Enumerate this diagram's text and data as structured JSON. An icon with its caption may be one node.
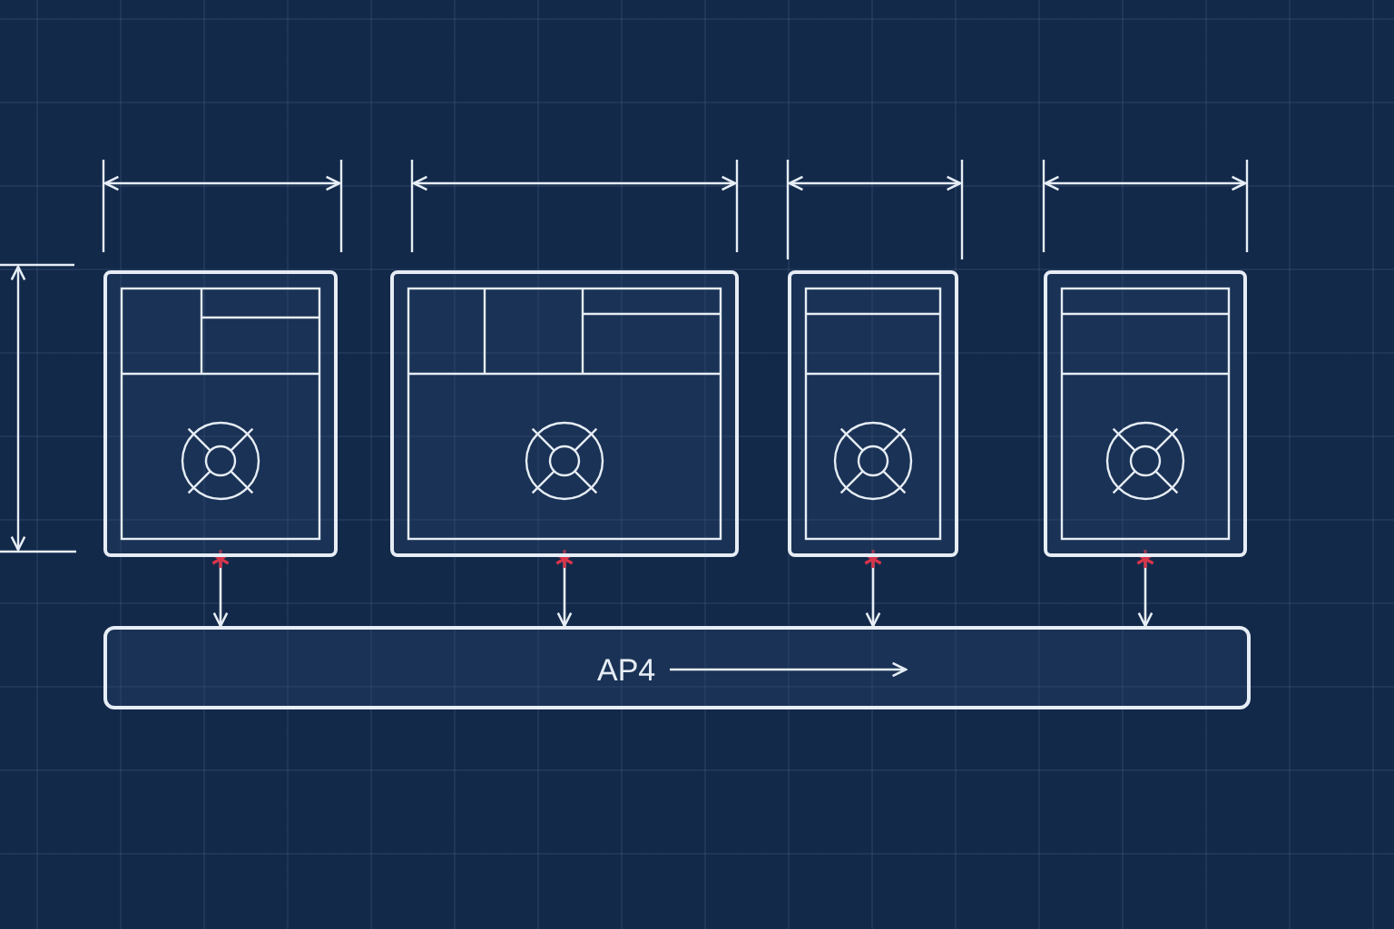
{
  "diagram": {
    "nodes": [
      {
        "text": [],
        "shape": "box"
      },
      {
        "text": [],
        "shape": "box"
      },
      {
        "text": [],
        "shape": "box"
      },
      {
        "text": [],
        "shape": "box"
      },
      {
        "text": [
          "AP4"
        ]
      }
    ],
    "edges": [
      {
        "from": 0,
        "to": 4,
        "arrow": "to"
      },
      {
        "from": 1,
        "to": 4,
        "arrow": "to"
      },
      {
        "from": 2,
        "to": 4,
        "arrow": "to"
      },
      {
        "from": 3,
        "to": 4,
        "arrow": "to"
      }
    ]
  }
}
